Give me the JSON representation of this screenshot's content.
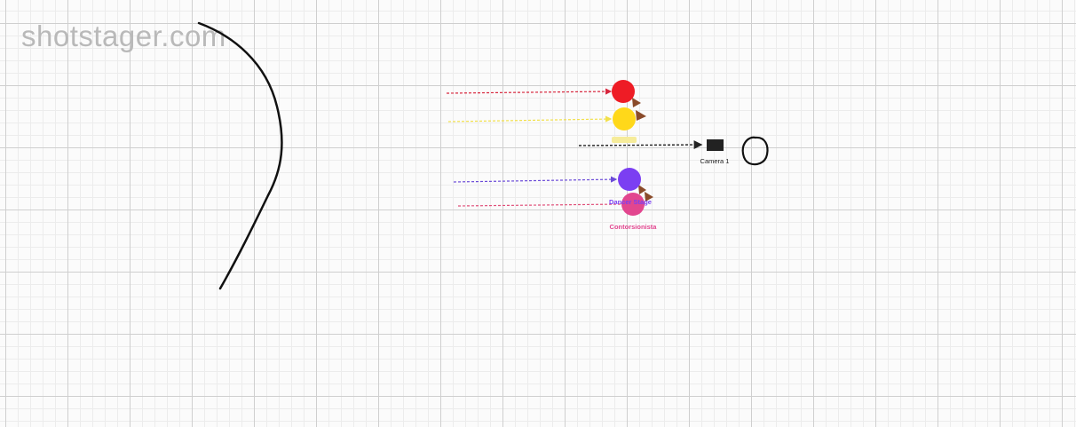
{
  "watermark": {
    "text": "shotstager.com"
  },
  "camera": {
    "label": "Camera 1",
    "color": "#222222"
  },
  "actors": [
    {
      "id": "red",
      "label": "",
      "color": "#ee1c25",
      "path_color": "#d7263d"
    },
    {
      "id": "yellow",
      "label": "",
      "color": "#ffd81a",
      "path_color": "#f2e04a"
    },
    {
      "id": "purple",
      "label": "Dancer Stage",
      "color": "#7b3ff2",
      "path_color": "#6b4bd8"
    },
    {
      "id": "pink",
      "label": "Contorsionista",
      "color": "#e2468f",
      "path_color": "#e0507a"
    }
  ],
  "colors": {
    "grid_major": "#cfcfcf",
    "grid_minor": "#ececec",
    "facing_marker": "#8a4b2a",
    "set_curve": "#111111"
  }
}
